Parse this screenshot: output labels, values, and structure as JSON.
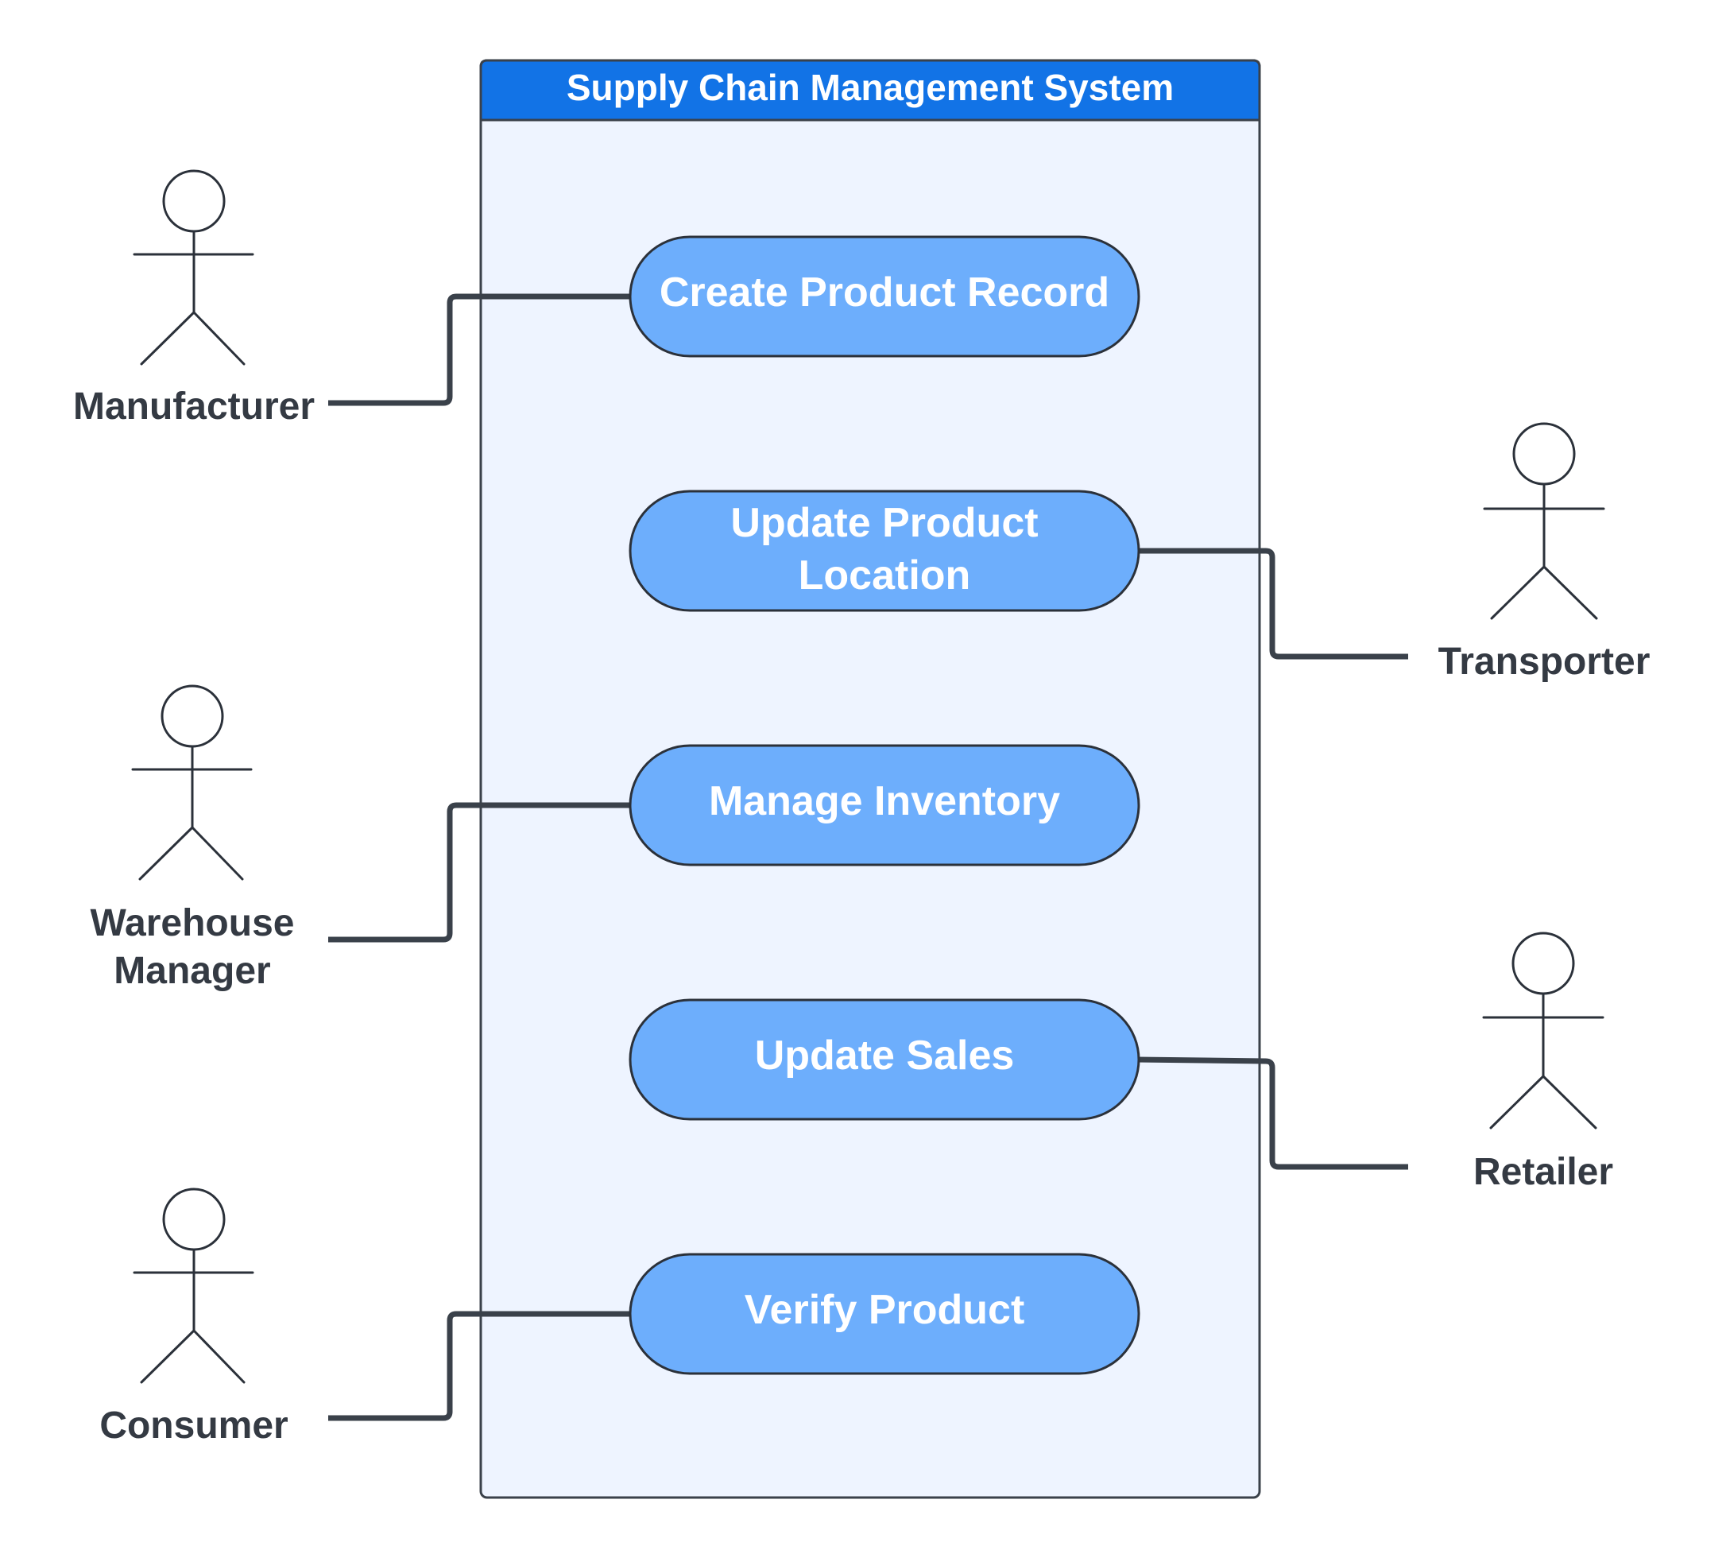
{
  "system": {
    "title": "Supply Chain Management System"
  },
  "colors": {
    "system_fill": "#EEF4FF",
    "system_border": "#3A414A",
    "header_fill": "#1273E6",
    "usecase_fill": "#6DAEFC",
    "usecase_border": "#2B313A",
    "usecase_text": "#FFFFFF",
    "actor_text": "#343A43",
    "line": "#3A414A"
  },
  "use_cases": [
    {
      "id": "create",
      "lines": [
        "Create Product Record"
      ]
    },
    {
      "id": "location",
      "lines": [
        "Update Product",
        "Location"
      ]
    },
    {
      "id": "inventory",
      "lines": [
        "Manage Inventory"
      ]
    },
    {
      "id": "sales",
      "lines": [
        "Update Sales"
      ]
    },
    {
      "id": "verify",
      "lines": [
        "Verify Product"
      ]
    }
  ],
  "actors": [
    {
      "id": "manufacturer",
      "lines": [
        "Manufacturer"
      ],
      "use_case": "create"
    },
    {
      "id": "warehouse",
      "lines": [
        "Warehouse",
        "Manager"
      ],
      "use_case": "inventory"
    },
    {
      "id": "consumer",
      "lines": [
        "Consumer"
      ],
      "use_case": "verify"
    },
    {
      "id": "transporter",
      "lines": [
        "Transporter"
      ],
      "use_case": "location"
    },
    {
      "id": "retailer",
      "lines": [
        "Retailer"
      ],
      "use_case": "sales"
    }
  ]
}
